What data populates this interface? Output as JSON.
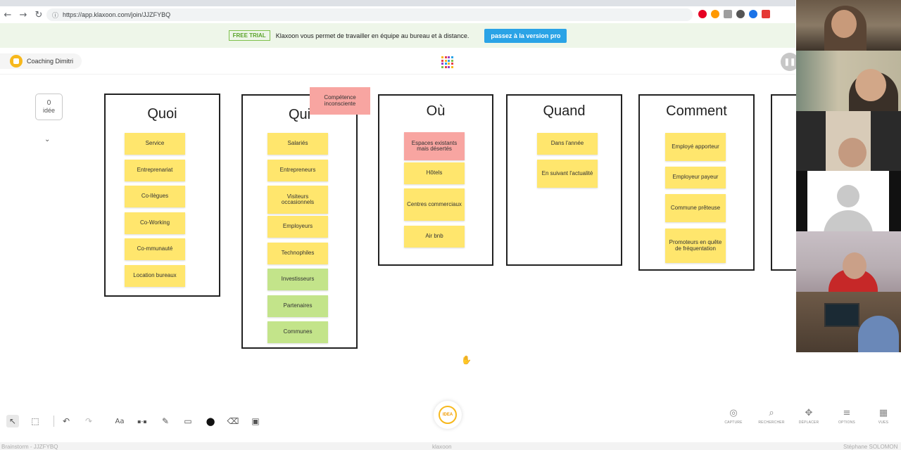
{
  "browser": {
    "url": "https://app.klaxoon.com/join/JJZFYBQ",
    "back_icon": "←",
    "forward_icon": "→",
    "reload_icon": "↻"
  },
  "trial": {
    "badge": "FREE TRIAL",
    "text": "Klaxoon vous permet de travailler en équipe au bureau et à distance.",
    "button": "passez à la version pro"
  },
  "header": {
    "session_name": "Coaching Dimitri"
  },
  "idea_counter": {
    "count": "0",
    "label": "idée"
  },
  "floating_note": "Compétence inconsciente",
  "columns": [
    {
      "title": "Quoi",
      "notes": [
        {
          "text": "Service",
          "color": "yellow"
        },
        {
          "text": "Entreprenariat",
          "color": "yellow"
        },
        {
          "text": "Co-llègues",
          "color": "yellow"
        },
        {
          "text": "Co-Working",
          "color": "yellow"
        },
        {
          "text": "Co-mmunauté",
          "color": "yellow"
        },
        {
          "text": "Location bureaux",
          "color": "yellow"
        }
      ]
    },
    {
      "title": "Qui",
      "notes": [
        {
          "text": "Salariés",
          "color": "yellow"
        },
        {
          "text": "Entrepreneurs",
          "color": "yellow"
        },
        {
          "text": "Visiteurs occasionnels",
          "color": "yellow"
        },
        {
          "text": "Employeurs",
          "color": "yellow"
        },
        {
          "text": "Technophiles",
          "color": "yellow"
        },
        {
          "text": "Investisseurs",
          "color": "green"
        },
        {
          "text": "Partenaires",
          "color": "green"
        },
        {
          "text": "Communes",
          "color": "green"
        }
      ]
    },
    {
      "title": "Où",
      "notes": [
        {
          "text": "Espaces existants mais désertés",
          "color": "pink"
        },
        {
          "text": "Hôtels",
          "color": "yellow"
        },
        {
          "text": "Centres commerciaux",
          "color": "yellow"
        },
        {
          "text": "Air bnb",
          "color": "yellow"
        }
      ]
    },
    {
      "title": "Quand",
      "notes": [
        {
          "text": "Dans l'année",
          "color": "yellow"
        },
        {
          "text": "En suivant l'actualité",
          "color": "yellow"
        }
      ]
    },
    {
      "title": "Comment",
      "notes": [
        {
          "text": "Employé apporteur",
          "color": "yellow"
        },
        {
          "text": "Employeur payeur",
          "color": "yellow"
        },
        {
          "text": "Commune prêteuse",
          "color": "yellow"
        },
        {
          "text": "Promoteurs en quête de fréquentation",
          "color": "yellow"
        }
      ]
    }
  ],
  "toolbar": {
    "idea_button": "IDEA",
    "tools": [
      {
        "name": "select-tool",
        "icon": "↖"
      },
      {
        "name": "multi-select-tool",
        "icon": "⬚"
      },
      {
        "name": "undo-button",
        "icon": "↶"
      },
      {
        "name": "redo-button",
        "icon": "↷"
      },
      {
        "name": "text-tool",
        "icon": "Aa"
      },
      {
        "name": "connector-tool",
        "icon": "▪-▪"
      },
      {
        "name": "pen-tool",
        "icon": "✎"
      },
      {
        "name": "shape-tool",
        "icon": "▭"
      },
      {
        "name": "color-tool",
        "icon": "●"
      },
      {
        "name": "eraser-tool",
        "icon": "⌫"
      },
      {
        "name": "image-tool",
        "icon": "▣"
      }
    ],
    "right_tools": [
      {
        "name": "capture-button",
        "icon": "◎",
        "label": "CAPTURE"
      },
      {
        "name": "search-button",
        "icon": "⌕",
        "label": "RECHERCHER"
      },
      {
        "name": "move-button",
        "icon": "✥",
        "label": "DÉPLACER"
      },
      {
        "name": "options-button",
        "icon": "≡",
        "label": "OPTIONS"
      },
      {
        "name": "views-button",
        "icon": "▦",
        "label": "VUES"
      }
    ]
  },
  "footer": {
    "left": "Brainstorm - JJZFYBQ",
    "center": "klaxoon",
    "right": "Stéphane SOLOMON"
  },
  "colors": {
    "yellow": "#ffe66d",
    "pink": "#f8a5a1",
    "green": "#c3e48a",
    "accent": "#2aa3e6",
    "brand": "#f7b81c"
  }
}
